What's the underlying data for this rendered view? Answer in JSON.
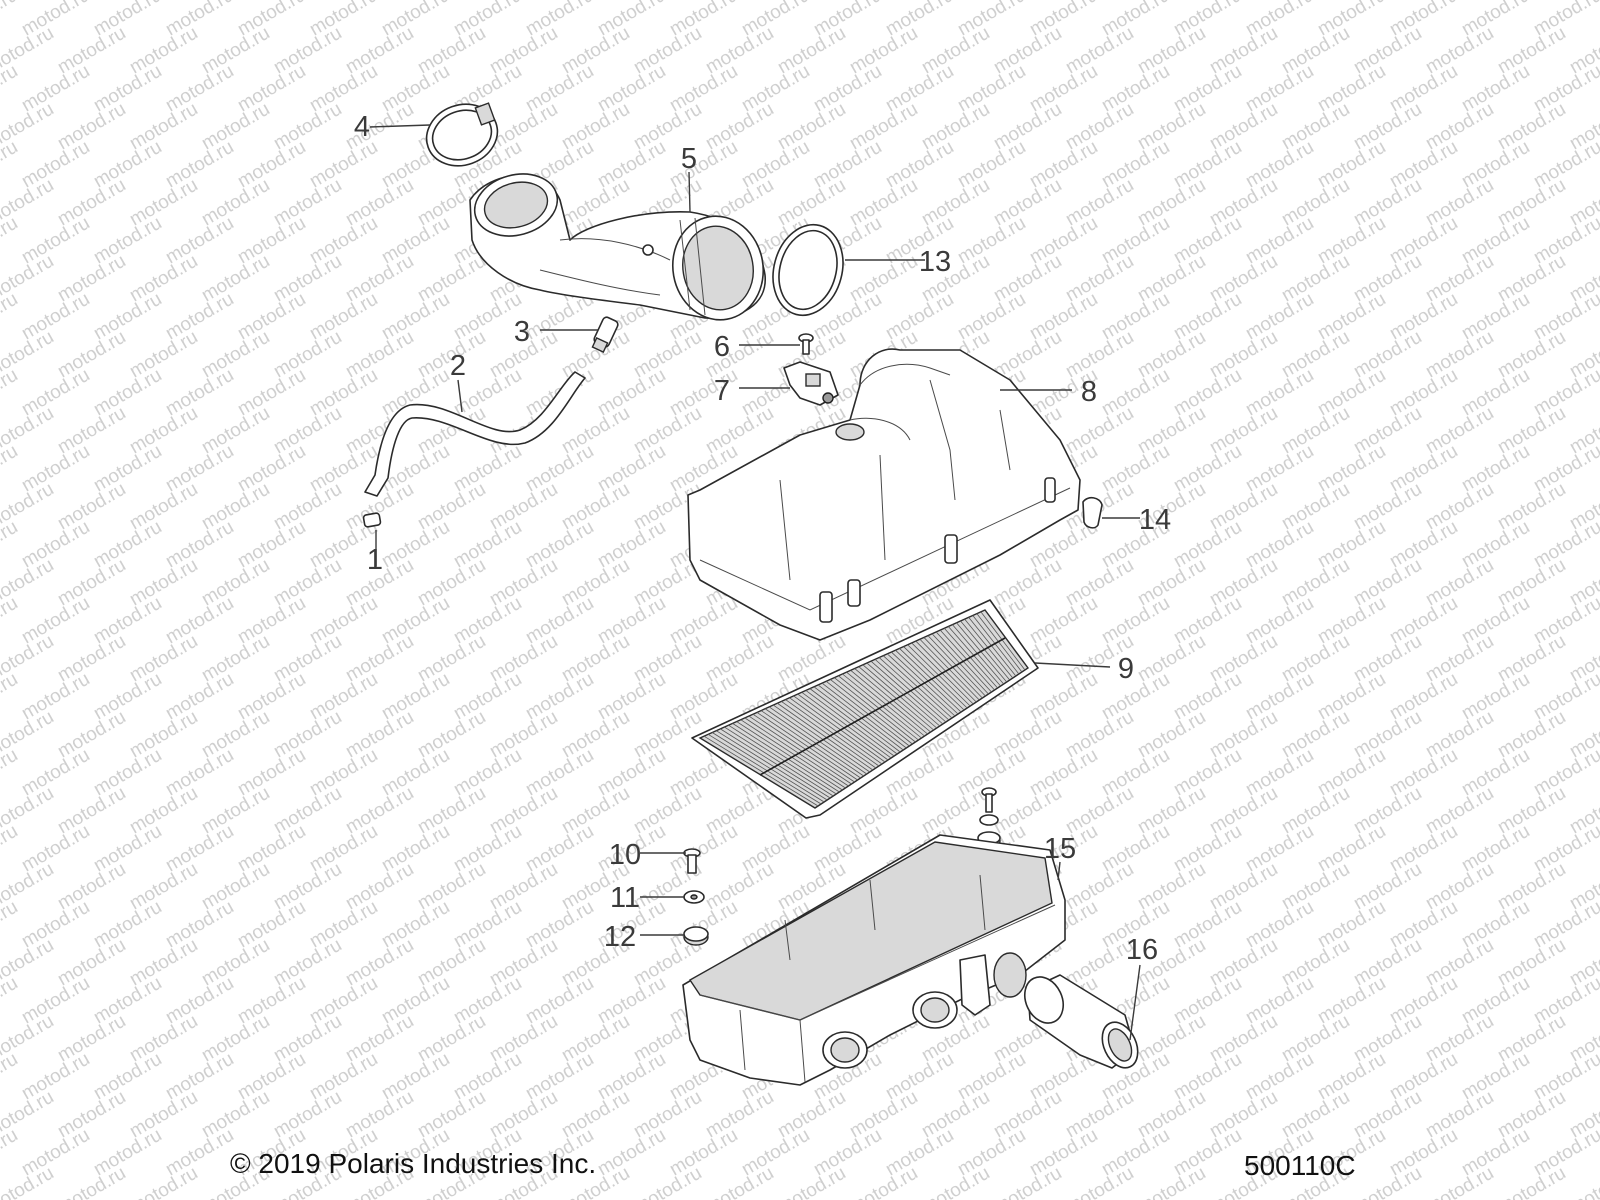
{
  "watermark_text": "motod.ru",
  "colors": {
    "line": "#2b2b2b",
    "callout": "#3a3a3a",
    "watermark": "#cfcfcf"
  },
  "callouts": {
    "c1": "1",
    "c2": "2",
    "c3": "3",
    "c4": "4",
    "c5": "5",
    "c6": "6",
    "c7": "7",
    "c8": "8",
    "c9": "9",
    "c10": "10",
    "c11": "11",
    "c12": "12",
    "c13": "13",
    "c14": "14",
    "c15": "15",
    "c16": "16"
  },
  "footer": {
    "copyright": "© 2019 Polaris Industries Inc.",
    "drawing_number": "500110C"
  }
}
